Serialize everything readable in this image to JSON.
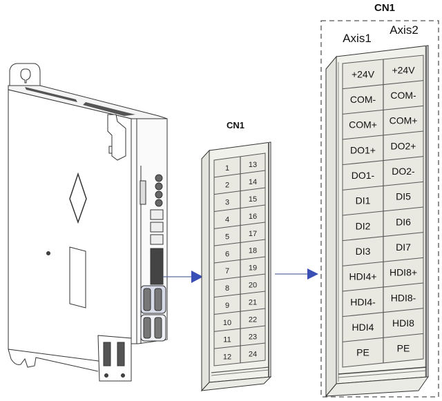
{
  "diagram": {
    "device": {
      "name": "servo-drive",
      "label": ""
    },
    "connector_small": {
      "title": "CN1",
      "left_column_pins": [
        "1",
        "2",
        "3",
        "4",
        "5",
        "6",
        "7",
        "8",
        "9",
        "10",
        "11",
        "12"
      ],
      "right_column_pins": [
        "13",
        "14",
        "15",
        "16",
        "17",
        "18",
        "19",
        "20",
        "21",
        "22",
        "23",
        "24"
      ]
    },
    "connector_large": {
      "title": "CN1",
      "axis_labels": [
        "Axis1",
        "Axis2"
      ],
      "axis1_signals": [
        "+24V",
        "COM-",
        "COM+",
        "DO1+",
        "DO1-",
        "DI1",
        "DI2",
        "DI3",
        "HDI4+",
        "HDI4-",
        "HDI4",
        "PE"
      ],
      "axis2_signals": [
        "+24V",
        "COM-",
        "COM+",
        "DO2+",
        "DO2-",
        "DI5",
        "DI6",
        "DI7",
        "HDI8+",
        "HDI8-",
        "HDI8",
        "PE"
      ]
    },
    "colors": {
      "arrow": "#3a4fb5",
      "arrow_line": "#5b6a9c",
      "connector_face": "#e9e9e2",
      "connector_frame": "#f2f2ee",
      "outline": "#333333"
    }
  }
}
